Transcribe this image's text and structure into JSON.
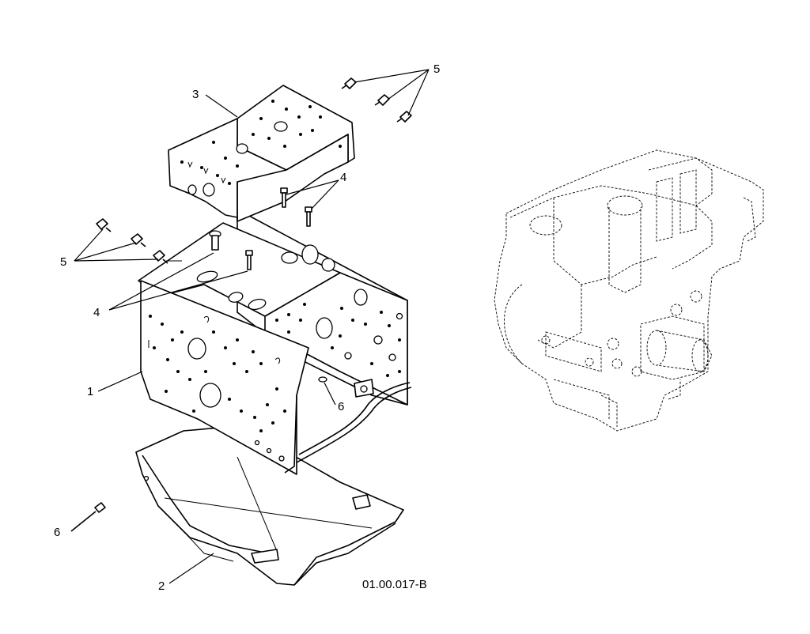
{
  "callouts": {
    "c1": "1",
    "c2": "2",
    "c3": "3",
    "c4a": "4",
    "c4b": "4",
    "c5a": "5",
    "c5b": "5",
    "c6a": "6",
    "c6b": "6"
  },
  "drawing_code": "01.00.017-B"
}
